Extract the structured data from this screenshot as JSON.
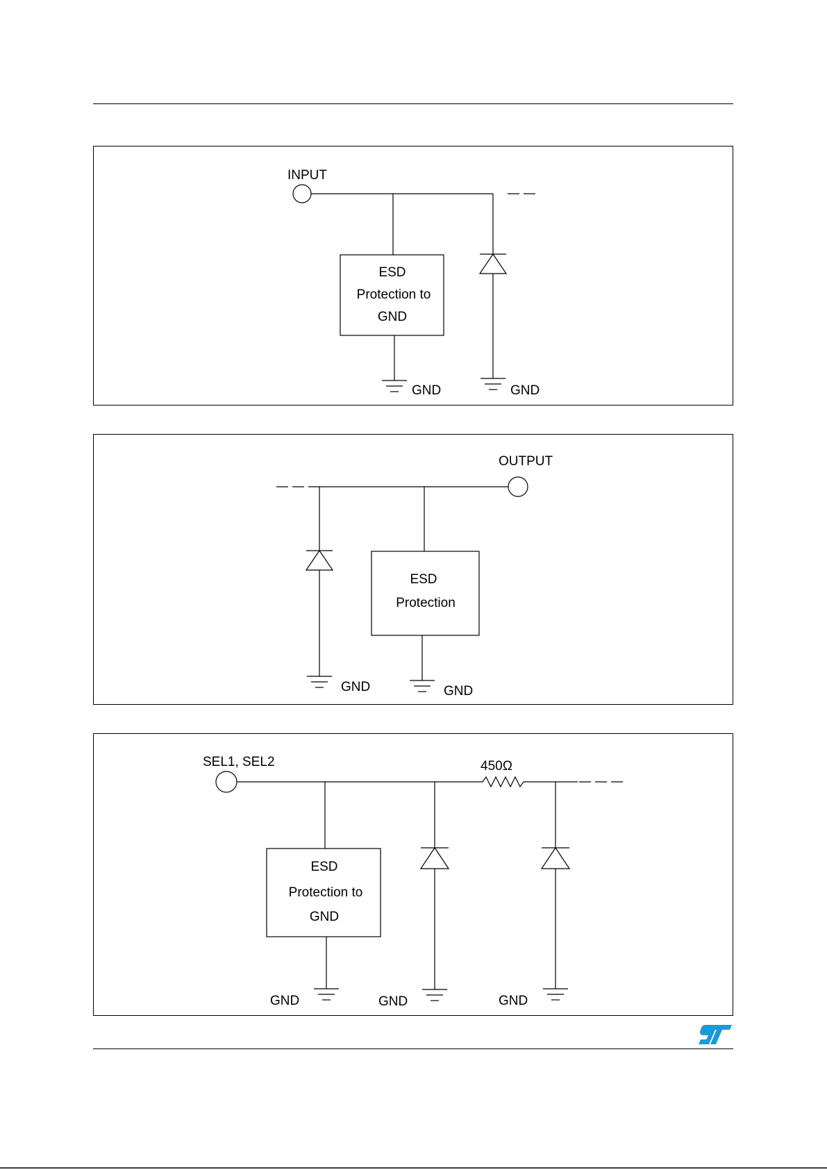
{
  "panel_input": {
    "pin_label": "INPUT",
    "box_lines": [
      "ESD",
      "Protection to",
      "GND"
    ],
    "gnd_labels": [
      "GND",
      "GND"
    ]
  },
  "panel_output": {
    "pin_label": "OUTPUT",
    "box_lines": [
      "ESD",
      "Protection"
    ],
    "gnd_labels": [
      "GND",
      "GND"
    ]
  },
  "panel_sel": {
    "pin_label": "SEL1, SEL2",
    "resistor_label": "450Ω",
    "box_lines": [
      "ESD",
      "Protection to",
      "GND"
    ],
    "gnd_labels": [
      "GND",
      "GND",
      "GND"
    ]
  },
  "logo": {
    "name": "st-logo-icon",
    "color": "#1a9ad6"
  }
}
